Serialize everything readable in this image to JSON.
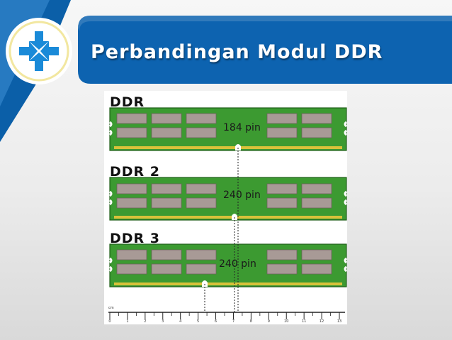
{
  "slide": {
    "title": "Perbandingan Modul DDR",
    "icon": "arrows-converge-icon",
    "colors": {
      "accent_blue": "#0b5fa8",
      "title_bar": "#0d63b0",
      "icon_ring": "#f2e7a0",
      "module_green": "#3c9a31",
      "chip_gray": "#a89a96",
      "contact_gold": "#d8c23a"
    }
  },
  "modules": [
    {
      "type_label": "DDR",
      "pin_label": "184 pin"
    },
    {
      "type_label": "DDR 2",
      "pin_label": "240 pin"
    },
    {
      "type_label": "DDR 3",
      "pin_label": "240 pin"
    }
  ],
  "ruler": {
    "scale_unit": "cm",
    "tick_labels": [
      "0",
      "1",
      "2",
      "3",
      "4",
      "5",
      "6",
      "7",
      "8",
      "9",
      "10",
      "11",
      "12",
      "13"
    ]
  }
}
